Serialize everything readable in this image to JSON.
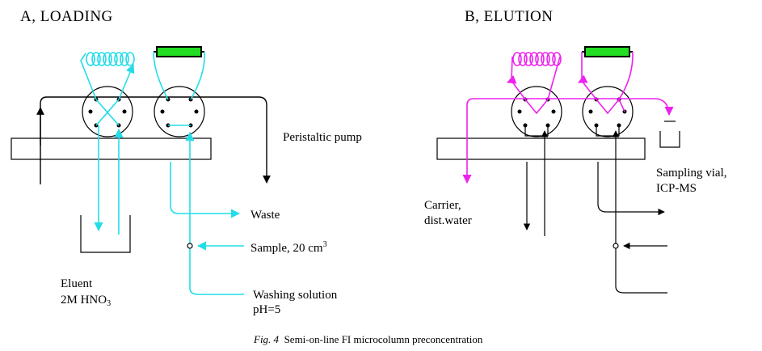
{
  "panel_a": {
    "title": "A, LOADING",
    "pump_label": "Peristaltic pump",
    "waste_label": "Waste",
    "sample_label": "Sample, 20 cm",
    "sample_sup": "3",
    "washing_label": "Washing solution",
    "washing_ph": "pH=5",
    "eluent_label": "Eluent",
    "eluent_prefix": "2M HNO",
    "eluent_sub": "3"
  },
  "panel_b": {
    "title": "B, ELUTION",
    "sampling_vial": "Sampling vial,",
    "icp": "ICP-MS",
    "carrier": "Carrier,",
    "carrier2": "dist.water"
  },
  "caption": {
    "fig": "Fig. 4",
    "text": "Semi-on-line FI microcolumn preconcentration"
  },
  "colors": {
    "cyan": "#22dde8",
    "magenta": "#ee22ee",
    "green": "#22dd22",
    "black": "#000000"
  }
}
